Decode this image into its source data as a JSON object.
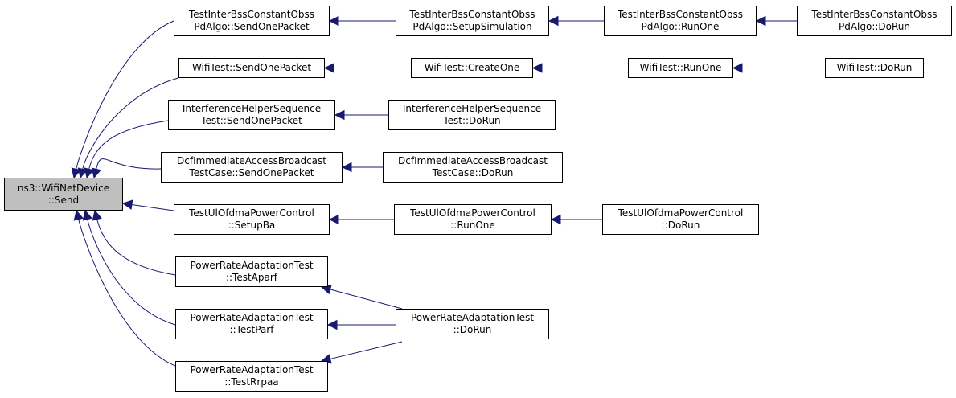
{
  "diagram": {
    "edge_color": "#191970",
    "root_fill": "#bfbfbf",
    "nodes": [
      {
        "id": "send",
        "lines": [
          "ns3::WifiNetDevice",
          "::Send"
        ],
        "root": true
      },
      {
        "id": "ib_sop",
        "lines": [
          "TestInterBssConstantObss",
          "PdAlgo::SendOnePacket"
        ]
      },
      {
        "id": "ib_ss",
        "lines": [
          "TestInterBssConstantObss",
          "PdAlgo::SetupSimulation"
        ]
      },
      {
        "id": "ib_ro",
        "lines": [
          "TestInterBssConstantObss",
          "PdAlgo::RunOne"
        ]
      },
      {
        "id": "ib_dr",
        "lines": [
          "TestInterBssConstantObss",
          "PdAlgo::DoRun"
        ]
      },
      {
        "id": "wt_sop",
        "lines": [
          "WifiTest::SendOnePacket"
        ]
      },
      {
        "id": "wt_co",
        "lines": [
          "WifiTest::CreateOne"
        ]
      },
      {
        "id": "wt_ro",
        "lines": [
          "WifiTest::RunOne"
        ]
      },
      {
        "id": "wt_dr",
        "lines": [
          "WifiTest::DoRun"
        ]
      },
      {
        "id": "ih_sop",
        "lines": [
          "InterferenceHelperSequence",
          "Test::SendOnePacket"
        ]
      },
      {
        "id": "ih_dr",
        "lines": [
          "InterferenceHelperSequence",
          "Test::DoRun"
        ]
      },
      {
        "id": "dcf_sop",
        "lines": [
          "DcfImmediateAccessBroadcast",
          "TestCase::SendOnePacket"
        ]
      },
      {
        "id": "dcf_dr",
        "lines": [
          "DcfImmediateAccessBroadcast",
          "TestCase::DoRun"
        ]
      },
      {
        "id": "ul_sb",
        "lines": [
          "TestUlOfdmaPowerControl",
          "::SetupBa"
        ]
      },
      {
        "id": "ul_ro",
        "lines": [
          "TestUlOfdmaPowerControl",
          "::RunOne"
        ]
      },
      {
        "id": "ul_dr",
        "lines": [
          "TestUlOfdmaPowerControl",
          "::DoRun"
        ]
      },
      {
        "id": "pr_ap",
        "lines": [
          "PowerRateAdaptationTest",
          "::TestAparf"
        ]
      },
      {
        "id": "pr_pa",
        "lines": [
          "PowerRateAdaptationTest",
          "::TestParf"
        ]
      },
      {
        "id": "pr_rr",
        "lines": [
          "PowerRateAdaptationTest",
          "::TestRrpaa"
        ]
      },
      {
        "id": "pr_dr",
        "lines": [
          "PowerRateAdaptationTest",
          "::DoRun"
        ]
      }
    ],
    "edges": [
      {
        "from": "ib_sop",
        "to": "send"
      },
      {
        "from": "wt_sop",
        "to": "send"
      },
      {
        "from": "ih_sop",
        "to": "send"
      },
      {
        "from": "dcf_sop",
        "to": "send"
      },
      {
        "from": "ul_sb",
        "to": "send"
      },
      {
        "from": "pr_ap",
        "to": "send"
      },
      {
        "from": "pr_pa",
        "to": "send"
      },
      {
        "from": "pr_rr",
        "to": "send"
      },
      {
        "from": "ib_ss",
        "to": "ib_sop"
      },
      {
        "from": "ib_ro",
        "to": "ib_ss"
      },
      {
        "from": "ib_dr",
        "to": "ib_ro"
      },
      {
        "from": "wt_co",
        "to": "wt_sop"
      },
      {
        "from": "wt_ro",
        "to": "wt_co"
      },
      {
        "from": "wt_dr",
        "to": "wt_ro"
      },
      {
        "from": "ih_dr",
        "to": "ih_sop"
      },
      {
        "from": "dcf_dr",
        "to": "dcf_sop"
      },
      {
        "from": "ul_ro",
        "to": "ul_sb"
      },
      {
        "from": "ul_dr",
        "to": "ul_ro"
      },
      {
        "from": "pr_dr",
        "to": "pr_ap"
      },
      {
        "from": "pr_dr",
        "to": "pr_pa"
      },
      {
        "from": "pr_dr",
        "to": "pr_rr"
      }
    ]
  }
}
